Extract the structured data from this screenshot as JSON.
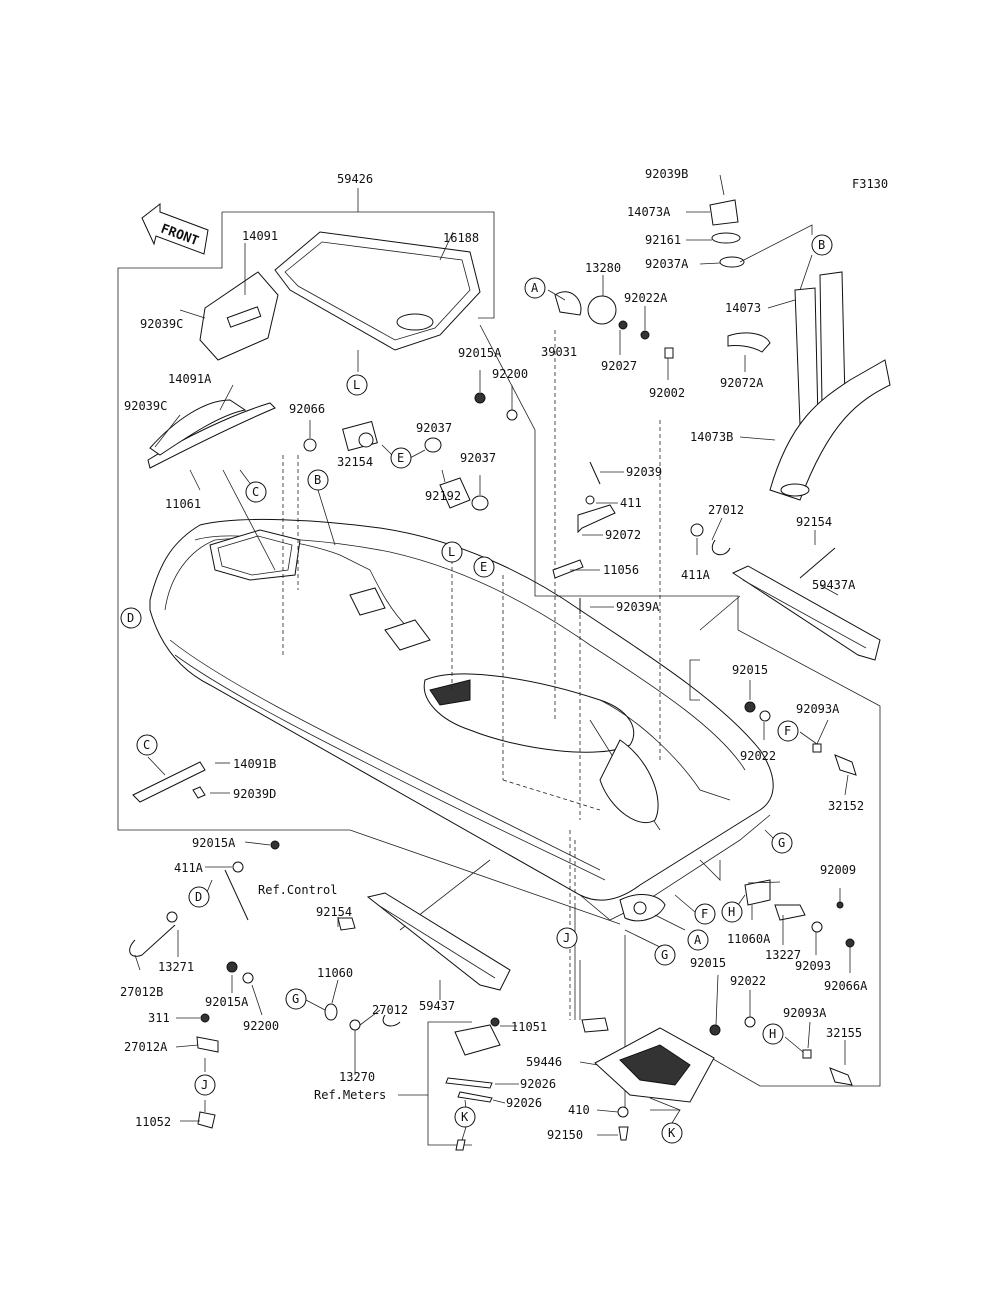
{
  "figure_code": "F3130",
  "front_arrow_label": "FRONT",
  "parts": {
    "p59426": "59426",
    "p14091": "14091",
    "p16188": "16188",
    "p92039C_a": "92039C",
    "p14091A": "14091A",
    "p92039C_b": "92039C",
    "p11061": "11061",
    "p92066": "92066",
    "p32154": "32154",
    "p92037_a": "92037",
    "p92037_b": "92037",
    "p92192": "92192",
    "p13280": "13280",
    "p39031": "39031",
    "p92022A": "92022A",
    "p92027": "92027",
    "p92002": "92002",
    "p92015A_a": "92015A",
    "p92200_a": "92200",
    "p92039B": "92039B",
    "p14073A": "14073A",
    "p92161": "92161",
    "p92037A": "92037A",
    "p14073": "14073",
    "p92072A": "92072A",
    "p14073B": "14073B",
    "p92039": "92039",
    "p411": "411",
    "p92072": "92072",
    "p11056": "11056",
    "p92039A": "92039A",
    "p27012_a": "27012",
    "p411A_a": "411A",
    "p92154_a": "92154",
    "p59437A": "59437A",
    "p92015_a": "92015",
    "p92093A_a": "92093A",
    "p92022_a": "92022",
    "p32152": "32152",
    "p14091B": "14091B",
    "p92039D": "92039D",
    "p92015A_b": "92015A",
    "p411A_b": "411A",
    "ref_control": "Ref.Control",
    "p13271": "13271",
    "p27012B": "27012B",
    "p92154_b": "92154",
    "p11060": "11060",
    "p92015A_c": "92015A",
    "p92200_b": "92200",
    "p27012_b": "27012",
    "p13270": "13270",
    "ref_meters": "Ref.Meters",
    "p59437": "59437",
    "p311": "311",
    "p27012A": "27012A",
    "p11052": "11052",
    "p11051": "11051",
    "p92026_a": "92026",
    "p92026_b": "92026",
    "p59446": "59446",
    "p410": "410",
    "p92150": "92150",
    "p92009": "92009",
    "p11060A": "11060A",
    "p13227": "13227",
    "p92093": "92093",
    "p92066A": "92066A",
    "p92015_b": "92015",
    "p92022_b": "92022",
    "p92093A_b": "92093A",
    "p32155": "32155"
  },
  "callouts": {
    "A1": "A",
    "A2": "A",
    "B1": "B",
    "B2": "B",
    "C1": "C",
    "C2": "C",
    "D1": "D",
    "D2": "D",
    "E1": "E",
    "E2": "E",
    "F1": "F",
    "F2": "F",
    "G1": "G",
    "G2": "G",
    "G3": "G",
    "H1": "H",
    "H2": "H",
    "J1": "J",
    "J2": "J",
    "K1": "K",
    "K2": "K",
    "L1": "L",
    "L2": "L"
  }
}
